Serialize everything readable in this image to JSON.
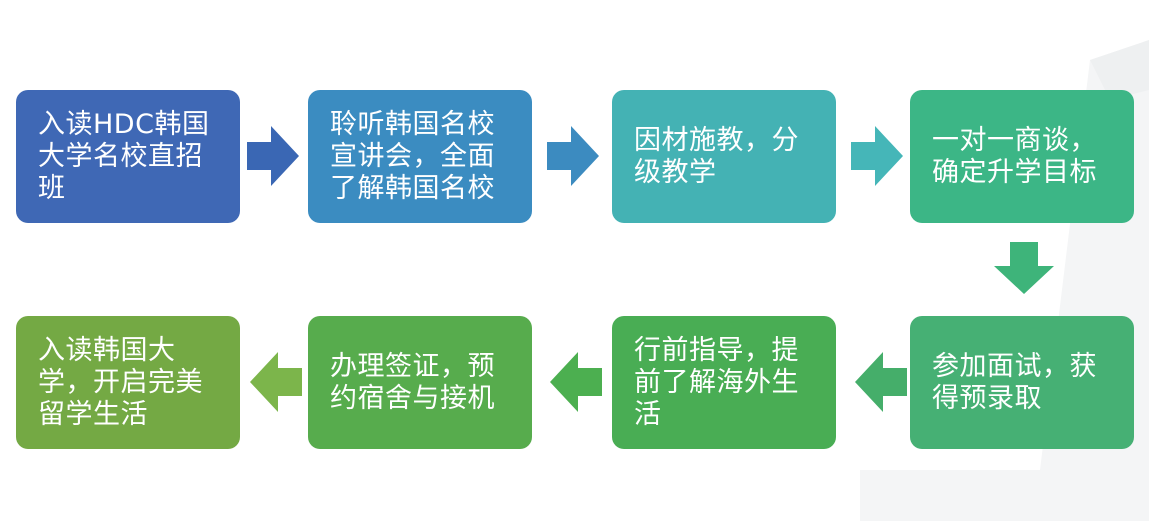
{
  "steps": [
    {
      "text": "入读HDC韩国大学名校直招班",
      "color": "#3f68b5"
    },
    {
      "text": "聆听韩国名校宣讲会，全面了解韩国名校",
      "color": "#3b8cc1"
    },
    {
      "text": "因材施教，分级教学",
      "color": "#44b2b4"
    },
    {
      "text": "一对一商谈，确定升学目标",
      "color": "#3cb686"
    },
    {
      "text": "参加面试，获得预录取",
      "color": "#46b074"
    },
    {
      "text": "行前指导，提前了解海外生活",
      "color": "#49ad54"
    },
    {
      "text": "办理签证，预约宿舍与接机",
      "color": "#57ac4d"
    },
    {
      "text": "入读韩国大学，开启完美留学生活",
      "color": "#74a944"
    }
  ],
  "arrows": {
    "row1_colors": [
      "#3a67b4",
      "#3c8bc0",
      "#45b6b8"
    ],
    "down_color": "#3eb47a",
    "row2_colors": [
      "#45ae6a",
      "#4caf50",
      "#7cb54b"
    ]
  }
}
